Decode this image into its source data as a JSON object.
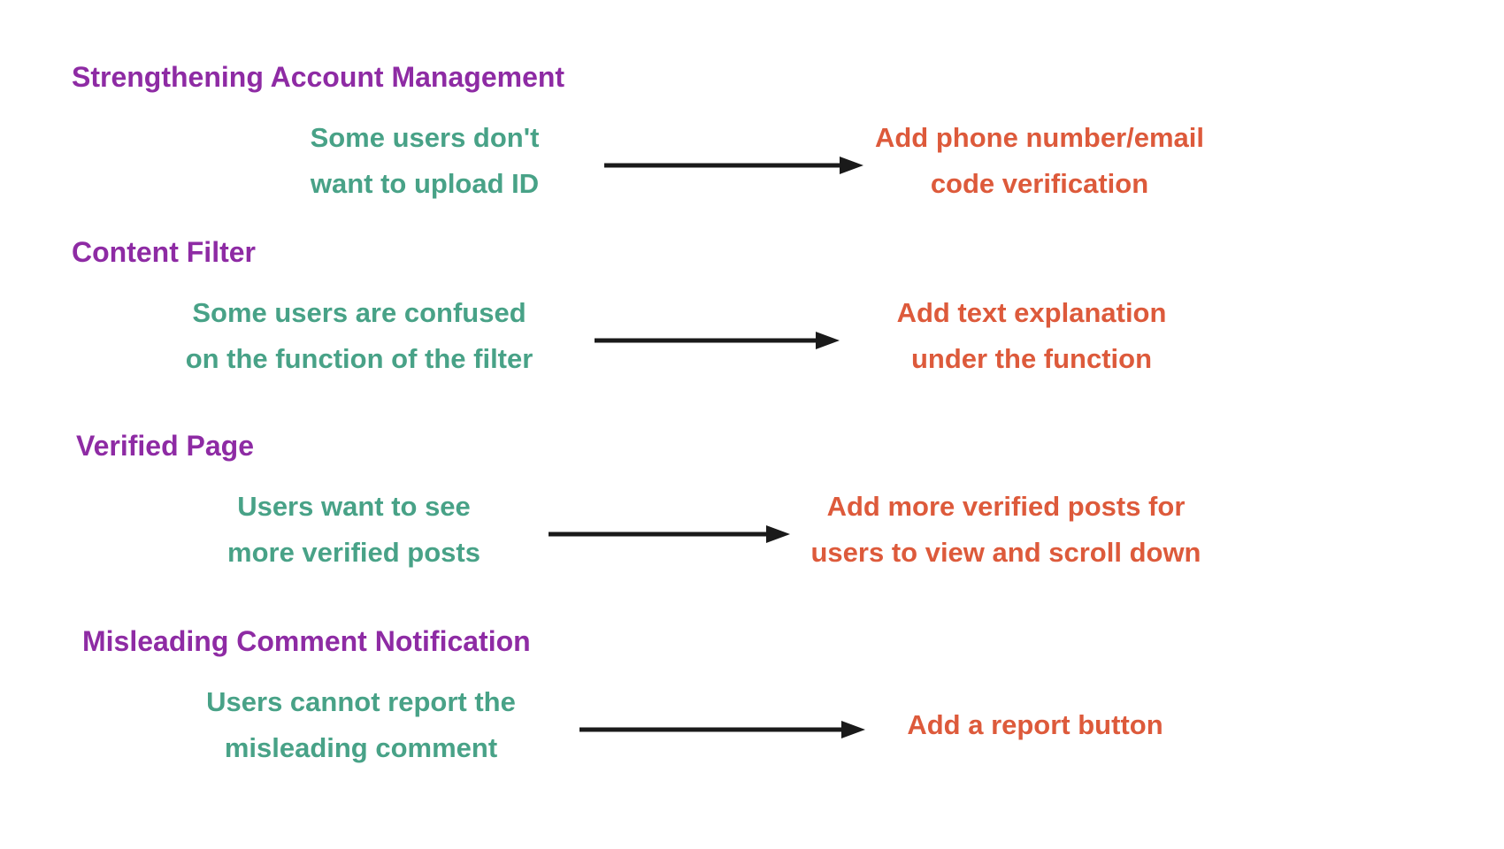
{
  "canvas": {
    "background": "#ffffff"
  },
  "colors": {
    "heading": "#8E2BA4",
    "problem_text": "#48A287",
    "solution_text": "#DD5A3B",
    "arrow": "#1A1A1A"
  },
  "sections": [
    {
      "heading": "Strengthening Account Management",
      "problem_lines": [
        "Some users don't",
        "want to upload ID"
      ],
      "solution_lines": [
        "Add phone number/email",
        "code verification"
      ]
    },
    {
      "heading": "Content Filter",
      "problem_lines": [
        "Some users are confused",
        "on the function of the filter"
      ],
      "solution_lines": [
        "Add text explanation",
        "under the function"
      ]
    },
    {
      "heading": "Verified Page",
      "problem_lines": [
        "Users want to see",
        "more verified posts"
      ],
      "solution_lines": [
        "Add more verified posts for",
        "users to view and scroll down"
      ]
    },
    {
      "heading": "Misleading Comment Notification",
      "problem_lines": [
        "Users cannot report the",
        "misleading comment"
      ],
      "solution_lines": [
        "Add a report button"
      ]
    }
  ]
}
